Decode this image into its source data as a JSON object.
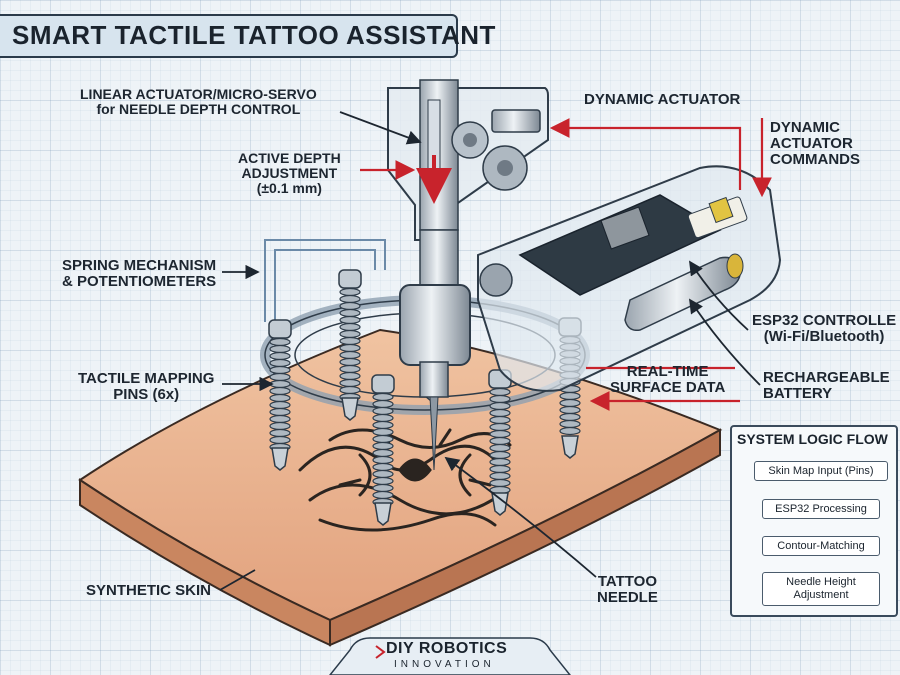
{
  "title": "SMART TACTILE TATTOO ASSISTANT",
  "labels": {
    "linear_actuator": "LINEAR ACTUATOR/MICRO-SERVO\nfor NEEDLE DEPTH CONTROL",
    "active_depth": "ACTIVE DEPTH\nADJUSTMENT\n(±0.1 mm)",
    "spring_mechanism": "SPRING MECHANISM\n& POTENTIOMETERS",
    "tactile_pins": "TACTILE MAPPING\nPINS (6x)",
    "synthetic_skin": "SYNTHETIC SKIN",
    "dynamic_actuator": "DYNAMIC ACTUATOR",
    "dynamic_actuator_commands": "DYNAMIC\nACTUATOR\nCOMMANDS",
    "esp32_controller": "ESP32 CONTROLLE\n(Wi-Fi/Bluetooth)",
    "real_time_data": "REAL-TIME\nSURFACE DATA",
    "rechargeable_battery": "RECHARGEABLE\nBATTERY",
    "tattoo_needle": "TATTOO\nNEEDLE"
  },
  "logic_flow": {
    "title": "SYSTEM LOGIC FLOW",
    "steps": [
      "Skin Map Input (Pins)",
      "ESP32 Processing",
      "Contour-Matching",
      "Needle Height\nAdjustment"
    ]
  },
  "footer": {
    "brand": "DIY ROBOTICS",
    "sub": "INNOVATION"
  },
  "colors": {
    "arrow_red": "#c8232c",
    "skin": "#e8b592",
    "line_dark": "#1d2630"
  }
}
